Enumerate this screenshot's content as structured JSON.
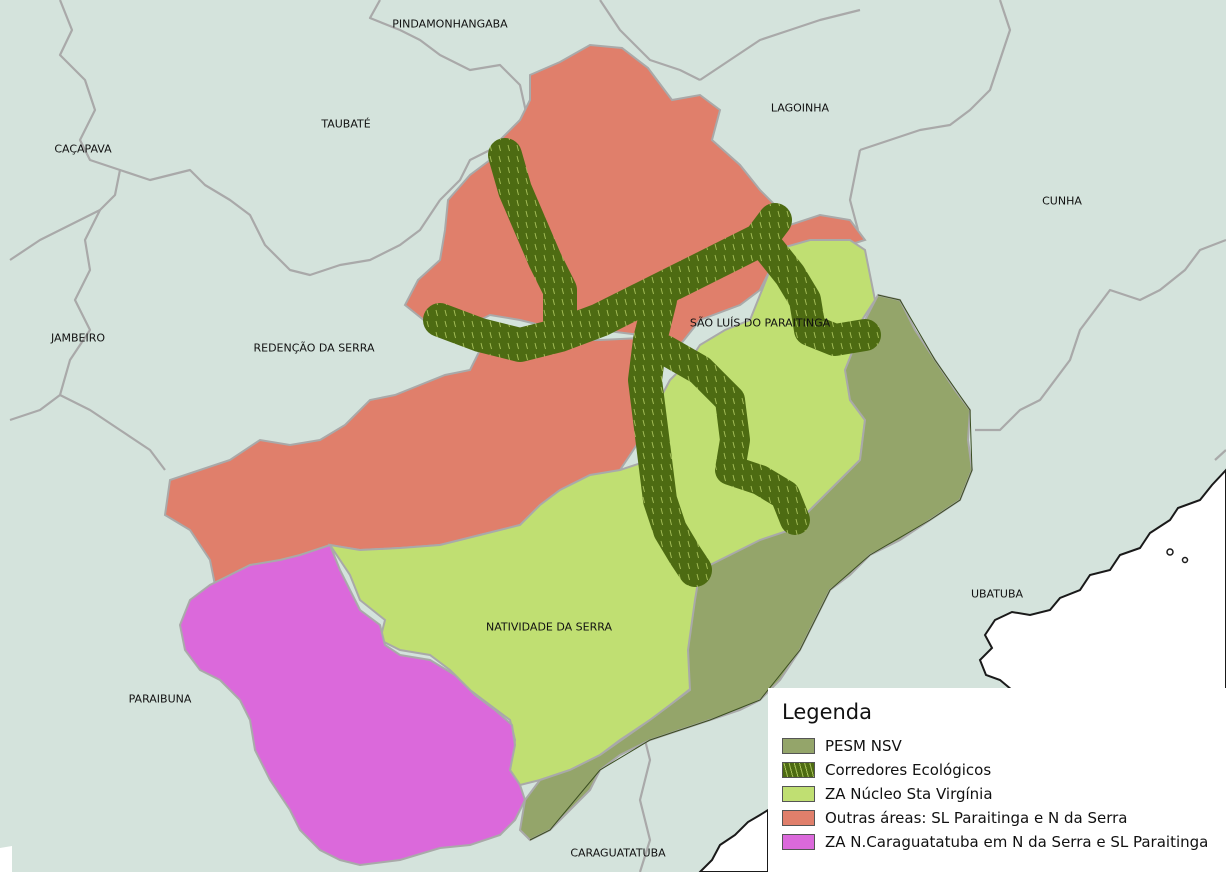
{
  "municipalities": {
    "pindamonhangaba": "PINDAMONHANGABA",
    "lagoinha": "LAGOINHA",
    "taubate": "TAUBATÉ",
    "cacapava": "CAÇAPAVA",
    "cunha": "CUNHA",
    "jambeiro": "JAMBEIRO",
    "redencao": "REDENÇÃO DA SERRA",
    "sao_luis": "SÃO LUÍS DO PARAITINGA",
    "ubatuba": "UBATUBA",
    "natividade": "NATIVIDADE DA SERRA",
    "paraibuna": "PARAIBUNA",
    "caraguatatuba": "CARAGUATATUBA"
  },
  "legend": {
    "title": "Legenda",
    "items": [
      {
        "label": "PESM NSV",
        "color": "#94a56a"
      },
      {
        "label": "Corredores Ecológicos",
        "color": "#4d6b12"
      },
      {
        "label": "ZA Núcleo Sta Virgínia",
        "color": "#c0df72"
      },
      {
        "label": "Outras áreas: SL Paraitinga e N da Serra",
        "color": "#e07f6b"
      },
      {
        "label": "ZA N.Caraguatatuba em N da Serra e SL Paraitinga",
        "color": "#db69db"
      }
    ]
  },
  "colors": {
    "land": "#d4e3dc",
    "borders": "#a9a9a9",
    "pesm": "#94a56a",
    "corridor": "#4d6b12",
    "za_nucleo": "#c0df72",
    "outras": "#e07f6b",
    "za_caragua": "#db69db"
  }
}
